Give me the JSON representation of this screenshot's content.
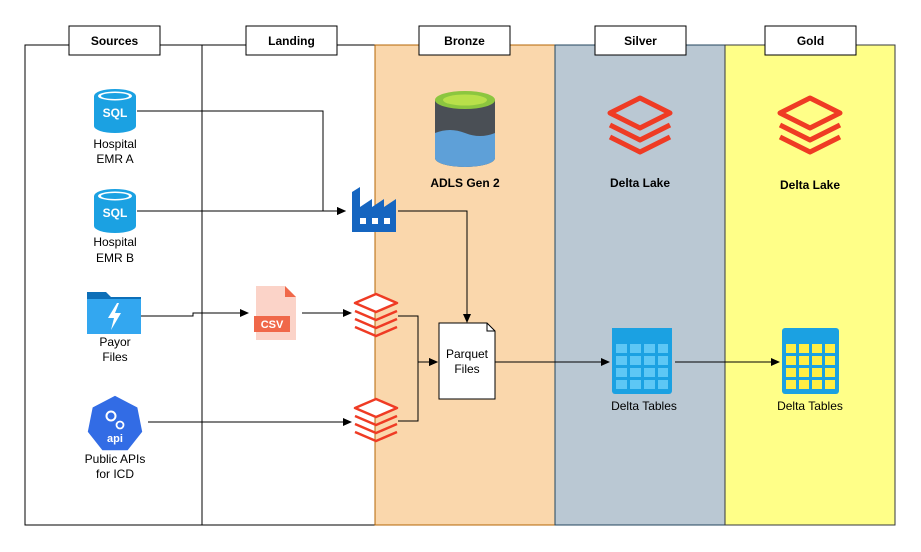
{
  "lanes": [
    {
      "title": "Sources",
      "fill": "#ffffff"
    },
    {
      "title": "Landing",
      "fill": "#ffffff"
    },
    {
      "title": "Bronze",
      "fill": "#fad7ac"
    },
    {
      "title": "Silver",
      "fill": "#bac8d3"
    },
    {
      "title": "Gold",
      "fill": "#ffff88"
    }
  ],
  "sources": {
    "emr_a": {
      "icon_text": "SQL",
      "line1": "Hospital",
      "line2": "EMR A"
    },
    "emr_b": {
      "icon_text": "SQL",
      "line1": "Hospital",
      "line2": "EMR B"
    },
    "payor": {
      "line1": "Payor",
      "line2": "Files"
    },
    "api": {
      "icon_text": "api",
      "line1": "Public APIs",
      "line2": "for ICD"
    }
  },
  "landing": {
    "csv_icon_text": "CSV"
  },
  "bronze": {
    "adls_label": "ADLS Gen 2",
    "parquet": {
      "line1": "Parquet",
      "line2": "Files"
    }
  },
  "silver": {
    "lake_label": "Delta Lake",
    "tables_label": "Delta Tables"
  },
  "gold": {
    "lake_label": "Delta Lake",
    "tables_label": "Delta Tables"
  },
  "colors": {
    "sql_blue": "#1ba1e2",
    "databricks_red": "#ef3b24",
    "factory_blue": "#1565c0",
    "table_blue": "#27b1ec",
    "gold_table": "#ffee44",
    "folder_blue": "#1e88e5",
    "csv_orange": "#f0684a",
    "api_blue": "#326ce5"
  }
}
